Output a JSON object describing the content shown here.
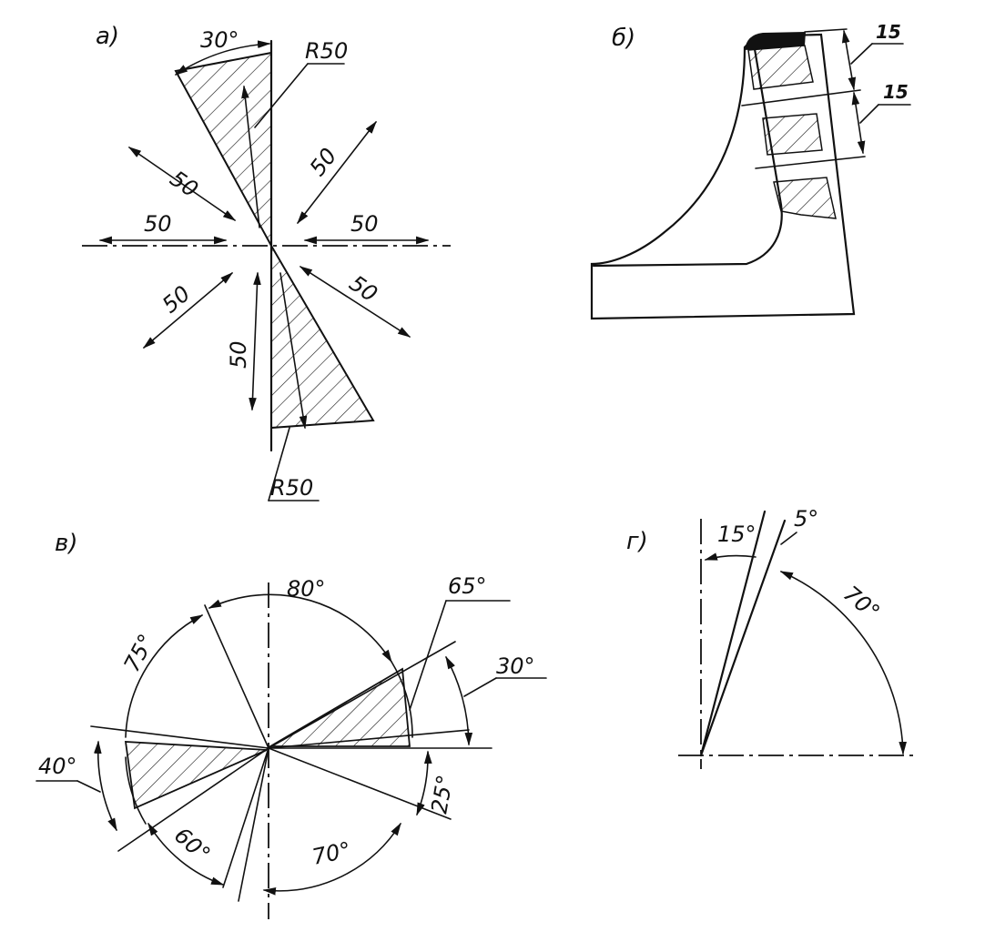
{
  "panels": {
    "a": {
      "label": "а)",
      "angle": "30°",
      "radius_top": "R50",
      "radius_bottom": "R50",
      "dims": [
        "50",
        "50",
        "50",
        "50",
        "50",
        "50",
        "50"
      ]
    },
    "b": {
      "label": "б)",
      "dims": [
        "15",
        "15"
      ]
    },
    "v": {
      "label": "в)",
      "angles": [
        "80°",
        "65°",
        "75°",
        "30°",
        "40°",
        "25°",
        "60°",
        "70°"
      ]
    },
    "g": {
      "label": "г)",
      "angles": [
        "15°",
        "5°",
        "70°"
      ]
    }
  }
}
